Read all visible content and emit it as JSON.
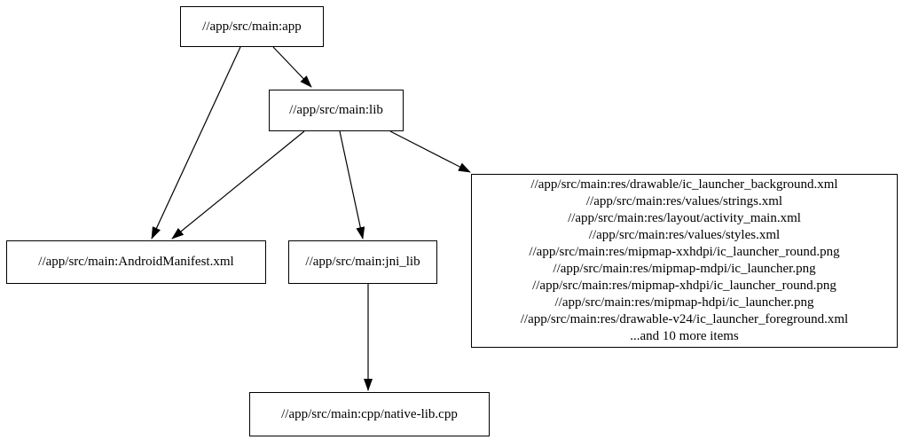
{
  "diagram": {
    "type": "dependency-graph",
    "background_color": "#ffffff",
    "node_border_color": "#000000",
    "edge_color": "#000000",
    "nodes": {
      "app": {
        "label": "//app/src/main:app"
      },
      "lib": {
        "label": "//app/src/main:lib"
      },
      "manifest": {
        "label": "//app/src/main:AndroidManifest.xml"
      },
      "jni_lib": {
        "label": "//app/src/main:jni_lib"
      },
      "native_lib": {
        "label": "//app/src/main:cpp/native-lib.cpp"
      },
      "res_group": {
        "lines": [
          "//app/src/main:res/drawable/ic_launcher_background.xml",
          "//app/src/main:res/values/strings.xml",
          "//app/src/main:res/layout/activity_main.xml",
          "//app/src/main:res/values/styles.xml",
          "//app/src/main:res/mipmap-xxhdpi/ic_launcher_round.png",
          "//app/src/main:res/mipmap-mdpi/ic_launcher.png",
          "//app/src/main:res/mipmap-xhdpi/ic_launcher_round.png",
          "//app/src/main:res/mipmap-hdpi/ic_launcher.png",
          "//app/src/main:res/drawable-v24/ic_launcher_foreground.xml",
          "...and 10 more items"
        ]
      }
    },
    "edges": [
      {
        "from": "app",
        "to": "manifest"
      },
      {
        "from": "app",
        "to": "lib"
      },
      {
        "from": "lib",
        "to": "manifest"
      },
      {
        "from": "lib",
        "to": "jni_lib"
      },
      {
        "from": "lib",
        "to": "res_group"
      },
      {
        "from": "jni_lib",
        "to": "native_lib"
      }
    ]
  }
}
